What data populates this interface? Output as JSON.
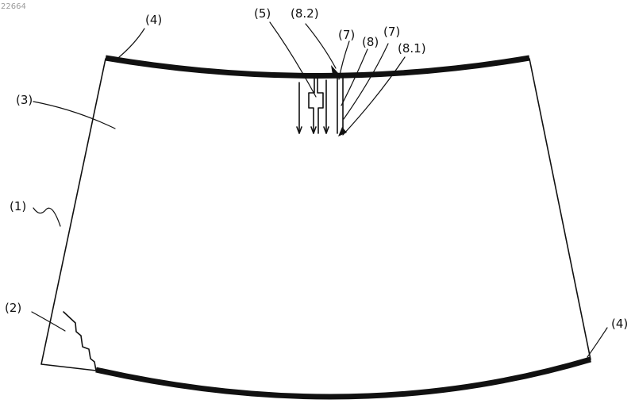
{
  "figure_id": "22664",
  "labels": {
    "windshield": "(1)",
    "corner_region": "(2)",
    "pane_surface": "(3)",
    "edge_top": "(4)",
    "edge_bottom": "(4)",
    "conductor": "(5)",
    "strip_left": "(7)",
    "strip_right": "(7)",
    "element": "(8)",
    "element_sub_1": "(8.1)",
    "element_sub_2": "(8.2)"
  },
  "colors": {
    "line": "#111111",
    "background": "#ffffff",
    "figure_id": "#9a9a9a"
  }
}
